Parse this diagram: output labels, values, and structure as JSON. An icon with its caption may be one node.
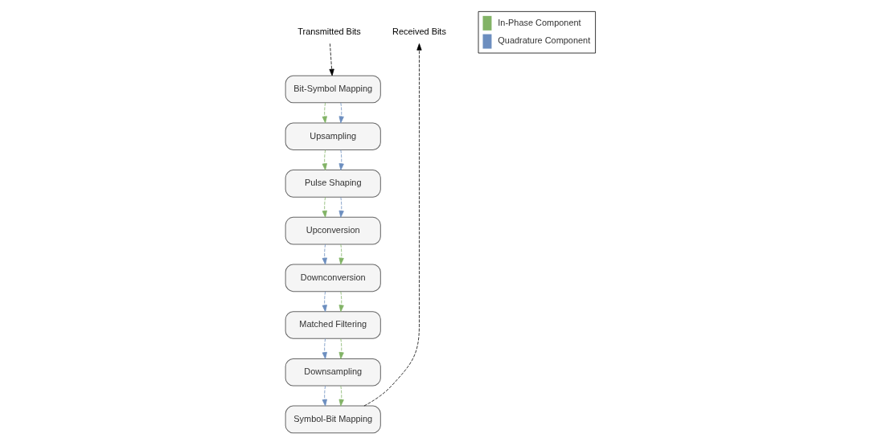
{
  "diagram": {
    "nodes": [
      {
        "text": [
          "Transmitted Bits"
        ]
      },
      {
        "text": [
          "Bit-Symbol Mapping"
        ]
      },
      {
        "text": [
          "Upsampling"
        ]
      },
      {
        "text": [
          "Pulse Shaping"
        ]
      },
      {
        "text": [
          "Upconversion"
        ]
      },
      {
        "text": [
          "Received Bits"
        ]
      },
      {
        "text": [
          "Symbol-Bit Mapping"
        ]
      },
      {
        "text": [
          "Downsampling"
        ]
      },
      {
        "text": [
          "Matched Filtering"
        ]
      },
      {
        "text": [
          "Downconversion"
        ]
      }
    ],
    "edges": [
      {
        "from": 0,
        "to": 1,
        "arrow": "to",
        "style": "dashed",
        "color": "#000000"
      },
      {
        "from": 1,
        "to": 2,
        "arrow": "to",
        "style": "dashed",
        "color": "#82b366"
      },
      {
        "from": 1,
        "to": 2,
        "arrow": "to",
        "style": "dashed",
        "color": "#6c8ebf"
      },
      {
        "from": 2,
        "to": 3,
        "arrow": "to",
        "style": "dashed",
        "color": "#82b366"
      },
      {
        "from": 2,
        "to": 3,
        "arrow": "to",
        "style": "dashed",
        "color": "#6c8ebf"
      },
      {
        "from": 3,
        "to": 4,
        "arrow": "to",
        "style": "dashed",
        "color": "#82b366"
      },
      {
        "from": 3,
        "to": 4,
        "arrow": "to",
        "style": "dashed",
        "color": "#6c8ebf"
      },
      {
        "from": 4,
        "to": 9,
        "arrow": "to",
        "style": "dashed",
        "color": "#6c8ebf"
      },
      {
        "from": 4,
        "to": 9,
        "arrow": "to",
        "style": "dashed",
        "color": "#82b366"
      },
      {
        "from": 9,
        "to": 8,
        "arrow": "to",
        "style": "dashed",
        "color": "#6c8ebf"
      },
      {
        "from": 9,
        "to": 8,
        "arrow": "to",
        "style": "dashed",
        "color": "#82b366"
      },
      {
        "from": 8,
        "to": 7,
        "arrow": "to",
        "style": "dashed",
        "color": "#6c8ebf"
      },
      {
        "from": 8,
        "to": 7,
        "arrow": "to",
        "style": "dashed",
        "color": "#82b366"
      },
      {
        "from": 7,
        "to": 6,
        "arrow": "to",
        "style": "dashed",
        "color": "#6c8ebf"
      },
      {
        "from": 7,
        "to": 6,
        "arrow": "to",
        "style": "dashed",
        "color": "#82b366"
      },
      {
        "from": 6,
        "to": 5,
        "arrow": "to",
        "style": "dashed",
        "color": "#000000"
      }
    ],
    "legend": [
      {
        "text": "In-Phase Component",
        "color": "#82b366"
      },
      {
        "text": "Quadrature Component",
        "color": "#6c8ebf"
      }
    ]
  }
}
